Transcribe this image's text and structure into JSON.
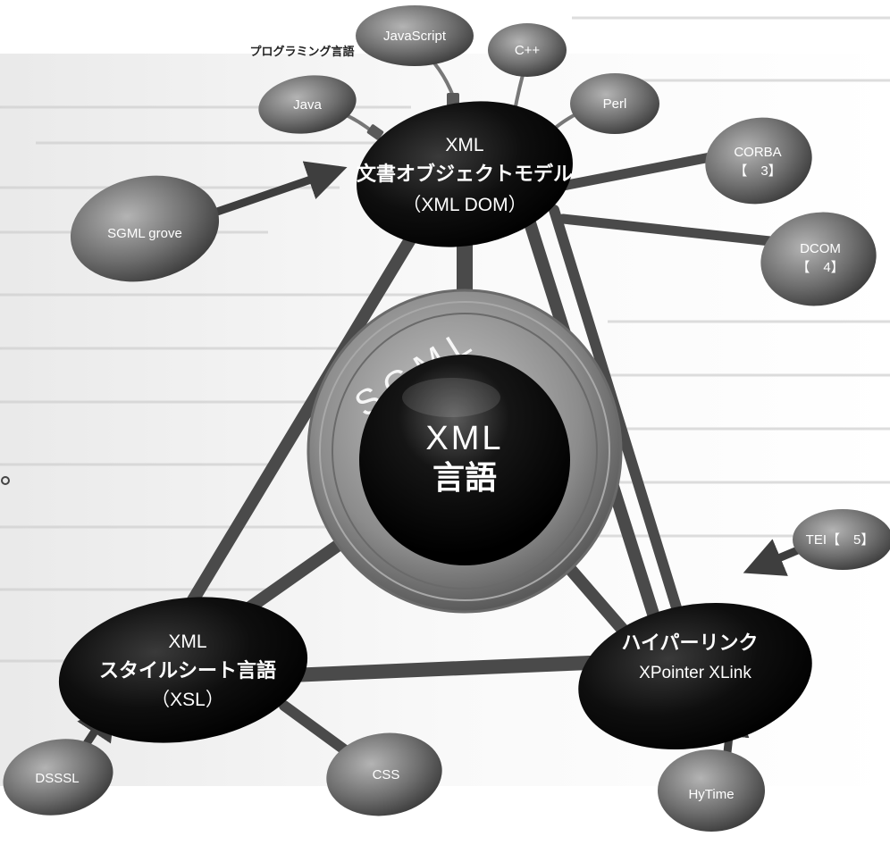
{
  "diagram": {
    "prog_languages_label": "プログラミング言語",
    "center": {
      "line1": "XML",
      "line2": "言語"
    },
    "sgml_ring": "SGML",
    "dom": {
      "line1": "XML",
      "line2": "文書オブジェクトモデル",
      "line3": "（XML DOM）"
    },
    "xsl": {
      "line1": "XML",
      "line2": "スタイルシート言語",
      "line3": "（XSL）"
    },
    "link": {
      "line1": "ハイパーリンク",
      "line2": "XPointer XLink"
    },
    "satellites": {
      "java": "Java",
      "javascript": "JavaScript",
      "cpp": "C++",
      "perl": "Perl",
      "corba": "CORBA",
      "corba_ref": "【　3】",
      "dcom": "DCOM",
      "dcom_ref": "【　4】",
      "sgml_grove": "SGML grove",
      "tei": "TEI【　5】",
      "dsssl": "DSSSL",
      "css": "CSS",
      "hytime": "HyTime"
    }
  },
  "colors": {
    "major_node": "#0b0b0b",
    "minor_node": "#7a7a7a",
    "connector": "#555555",
    "sgml_ring": "#8a8a8a"
  }
}
